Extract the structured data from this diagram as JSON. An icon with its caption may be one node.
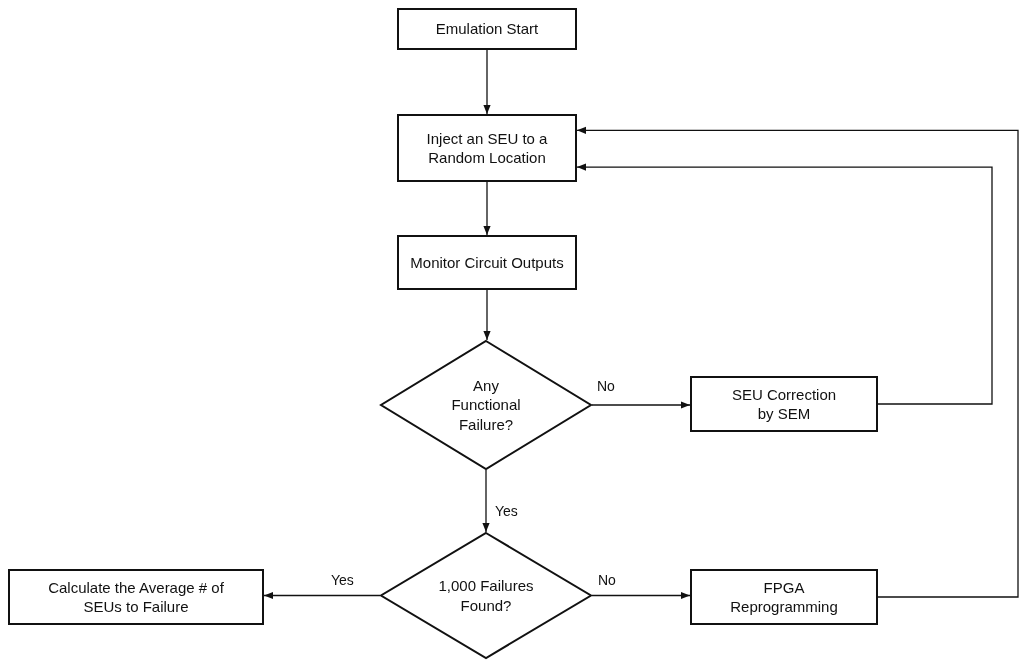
{
  "diagram": {
    "nodes": [
      {
        "text": [
          "Emulation Start"
        ]
      },
      {
        "text": [
          "Inject an SEU to a Random Location"
        ]
      },
      {
        "text": [
          "Monitor Circuit Outputs"
        ]
      },
      {
        "text": [
          "Any Functional Failure?"
        ]
      },
      {
        "text": [
          "SEU Correction by SEM"
        ]
      },
      {
        "text": [
          "1,000 Failures Found?"
        ]
      },
      {
        "text": [
          "Calculate the Average # of SEUs to Failure"
        ]
      },
      {
        "text": [
          "FPGA Reprogramming"
        ]
      }
    ],
    "edges": [
      {
        "from": 0,
        "to": 1,
        "arrow": "to"
      },
      {
        "from": 1,
        "to": 2,
        "arrow": "to"
      },
      {
        "from": 2,
        "to": 3,
        "arrow": "to"
      },
      {
        "from": 3,
        "to": 4,
        "arrow": "to",
        "label": "No"
      },
      {
        "from": 3,
        "to": 5,
        "arrow": "to",
        "label": "Yes"
      },
      {
        "from": 5,
        "to": 6,
        "arrow": "to",
        "label": "Yes"
      },
      {
        "from": 5,
        "to": 7,
        "arrow": "to",
        "label": "No"
      },
      {
        "from": 4,
        "to": 1,
        "arrow": "to"
      },
      {
        "from": 7,
        "to": 1,
        "arrow": "to"
      }
    ]
  }
}
